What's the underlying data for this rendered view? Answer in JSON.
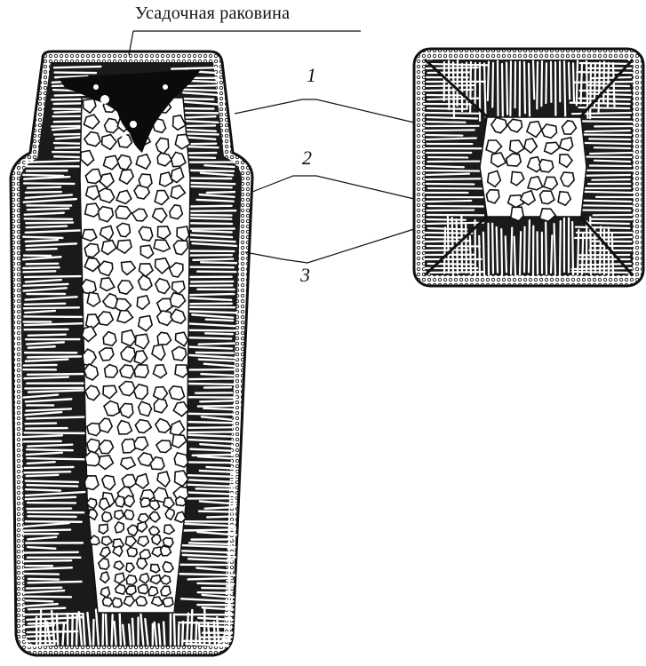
{
  "labels": {
    "title": "Усадочная раковина",
    "zone_1": "1",
    "zone_2": "2",
    "zone_3": "3"
  },
  "colors": {
    "ink": "#111111",
    "paper": "#ffffff"
  }
}
